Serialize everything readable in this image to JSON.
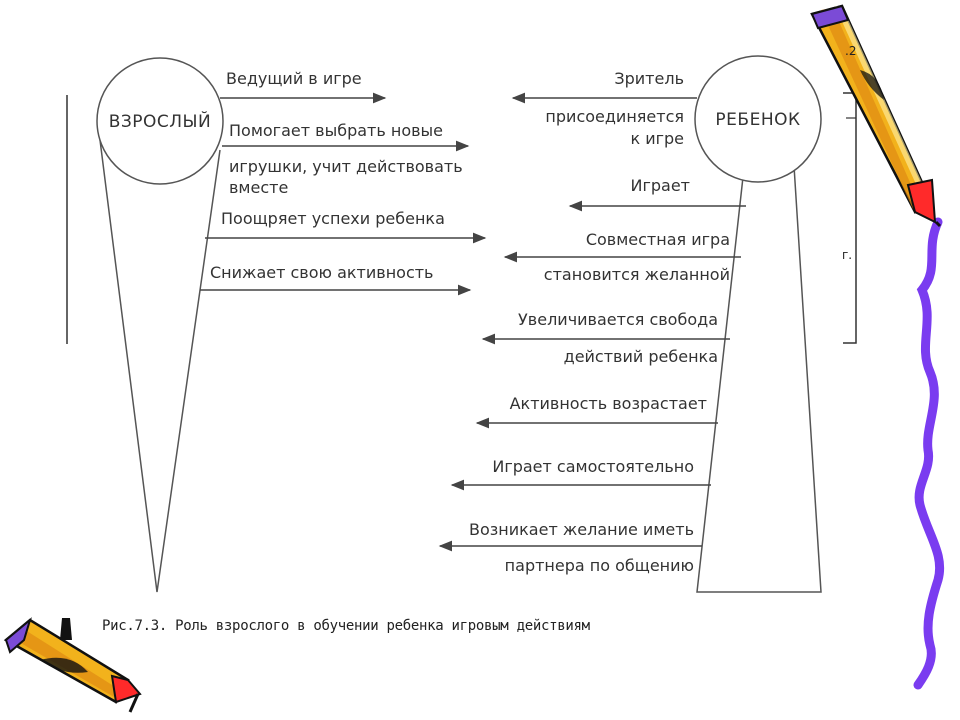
{
  "nodes": {
    "adult": "ВЗРОСЛЫЙ",
    "child": "РЕБЕНОК"
  },
  "adult_side": [
    "Ведущий в игре",
    "Помогает выбрать новые",
    "игрушки, учит действовать",
    "вместе",
    "Поощряет успехи ребенка",
    "Снижает свою активность"
  ],
  "child_side": [
    "Зритель",
    "присоединяется",
    "к игре",
    "Играет",
    "Совместная игра",
    "становится желанной",
    "Увеличивается свобода",
    "действий ребенка",
    "Активность возрастает",
    "Играет самостоятельно",
    "Возникает желание иметь",
    "партнера по общению"
  ],
  "caption": "Рис.7.3. Роль взрослого в обучении ребенка игровым действиям",
  "edge_fragments": {
    "top": ".2",
    "middle": "г."
  },
  "colors": {
    "line": "#555555",
    "pencil_body": "#f2b21c",
    "pencil_tip": "#ff2a2a",
    "pencil_band": "#7b4bd6",
    "ribbon": "#7a3cf0"
  },
  "decorations": [
    "pencil-icon",
    "pencil-icon"
  ]
}
